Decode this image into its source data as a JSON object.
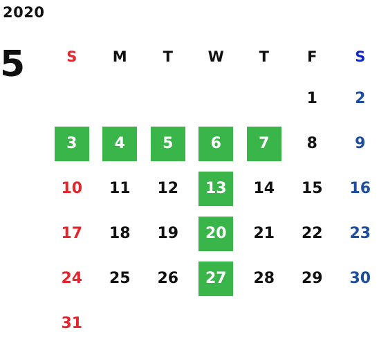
{
  "calendar": {
    "year": "2020",
    "month": "5",
    "weekdays": [
      "S",
      "M",
      "T",
      "W",
      "T",
      "F",
      "S"
    ],
    "weeks": [
      [
        "",
        "",
        "",
        "",
        "",
        "1",
        "2"
      ],
      [
        "3",
        "4",
        "5",
        "6",
        "7",
        "8",
        "9"
      ],
      [
        "10",
        "11",
        "12",
        "13",
        "14",
        "15",
        "16"
      ],
      [
        "17",
        "18",
        "19",
        "20",
        "21",
        "22",
        "23"
      ],
      [
        "24",
        "25",
        "26",
        "27",
        "28",
        "29",
        "30"
      ],
      [
        "31",
        "",
        "",
        "",
        "",
        "",
        ""
      ]
    ],
    "highlighted_days": [
      "3",
      "4",
      "5",
      "6",
      "7",
      "13",
      "20",
      "27"
    ]
  },
  "colors": {
    "sunday": "#e3262e",
    "saturday": "#1e4d9e",
    "saturday_header": "#1227c8",
    "highlight": "#3ab54a",
    "text": "#111111"
  }
}
